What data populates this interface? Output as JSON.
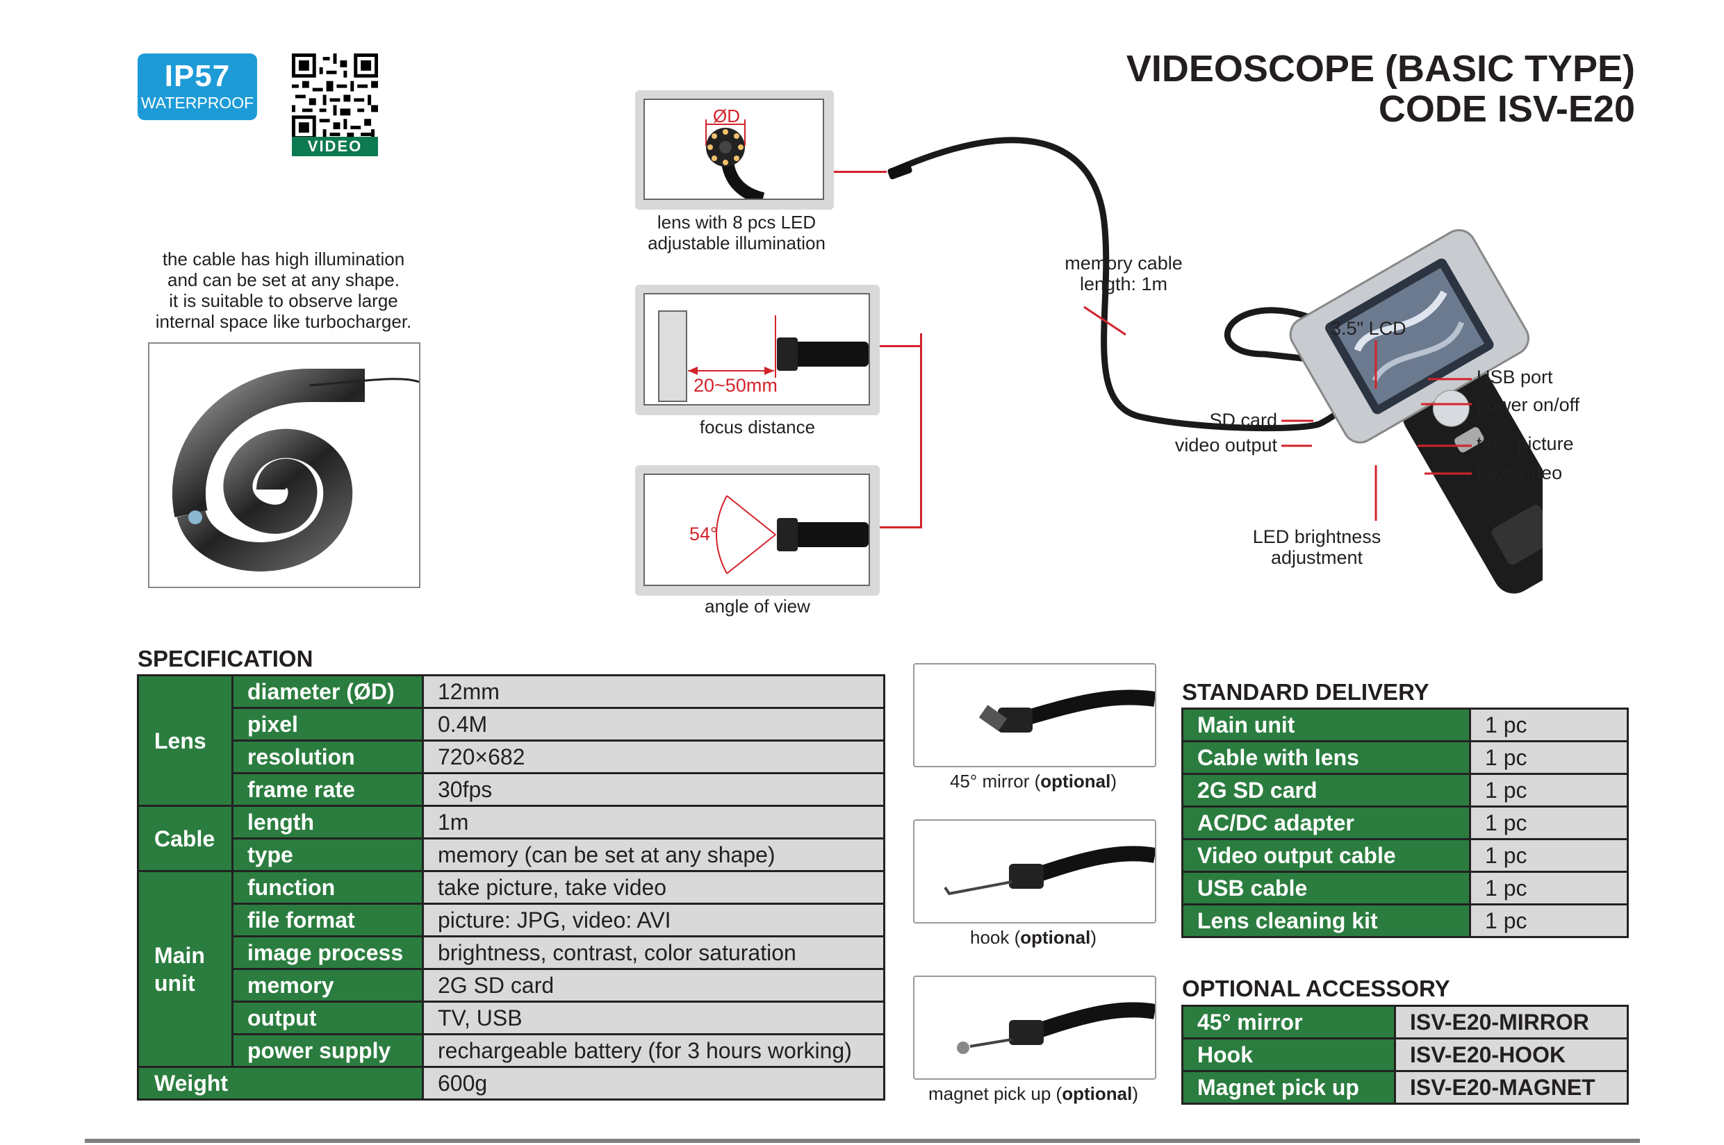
{
  "badge": {
    "main": "IP57",
    "sub": "WATERPROOF"
  },
  "qr": {
    "label": "VIDEO"
  },
  "title": {
    "line1": "VIDEOSCOPE (BASIC TYPE)",
    "line2": "CODE ISV-E20"
  },
  "cable_note": [
    "the cable has high illumination",
    "and can be set at any shape.",
    "it is suitable to observe large",
    "internal space like turbocharger."
  ],
  "detail_lens": {
    "symbol": "ØD",
    "caption1": "lens with 8 pcs LED",
    "caption2": "adjustable illumination"
  },
  "detail_focus": {
    "measure": "20~50mm",
    "caption": "focus distance"
  },
  "detail_angle": {
    "measure": "54°",
    "caption": "angle of view"
  },
  "product_labels": {
    "memory_cable1": "memory cable",
    "memory_cable2": "length: 1m",
    "lcd": "3.5\" LCD",
    "usb": "USB port",
    "power": "power on/off",
    "sd": "SD card",
    "video_out": "video output",
    "take_picture": "take picture",
    "take_video": "take video",
    "led1": "LED brightness",
    "led2": "adjustment"
  },
  "spec": {
    "heading": "SPECIFICATION",
    "groups": {
      "lens": "Lens",
      "cable": "Cable",
      "main1": "Main",
      "main2": "unit",
      "weight": "Weight"
    },
    "rows": [
      {
        "label": "diameter (ØD)",
        "value": "12mm"
      },
      {
        "label": "pixel",
        "value": "0.4M"
      },
      {
        "label": "resolution",
        "value": "720×682"
      },
      {
        "label": "frame rate",
        "value": "30fps"
      },
      {
        "label": "length",
        "value": "1m"
      },
      {
        "label": "type",
        "value": "memory (can be set at any shape)"
      },
      {
        "label": "function",
        "value": "take picture, take video"
      },
      {
        "label": "file format",
        "value": "picture: JPG, video: AVI"
      },
      {
        "label": "image process",
        "value": "brightness, contrast, color saturation"
      },
      {
        "label": "memory",
        "value": "2G SD card"
      },
      {
        "label": "output",
        "value": "TV, USB"
      },
      {
        "label": "power supply",
        "value": "rechargeable battery (for 3 hours working)"
      }
    ],
    "weight_value": "600g"
  },
  "accessories_images": [
    {
      "name": "45° mirror ",
      "opt": "optional"
    },
    {
      "name": "hook ",
      "opt": "optional"
    },
    {
      "name": "magnet pick up ",
      "opt": "optional"
    }
  ],
  "delivery": {
    "heading": "STANDARD DELIVERY",
    "rows": [
      {
        "item": "Main unit",
        "qty": "1 pc"
      },
      {
        "item": "Cable with lens",
        "qty": "1 pc"
      },
      {
        "item": "2G SD card",
        "qty": "1 pc"
      },
      {
        "item": "AC/DC adapter",
        "qty": "1 pc"
      },
      {
        "item": "Video output cable",
        "qty": "1 pc"
      },
      {
        "item": "USB cable",
        "qty": "1 pc"
      },
      {
        "item": "Lens cleaning kit",
        "qty": "1 pc"
      }
    ]
  },
  "optional": {
    "heading": "OPTIONAL ACCESSORY",
    "rows": [
      {
        "item": "45° mirror",
        "code": "ISV-E20-MIRROR"
      },
      {
        "item": "Hook",
        "code": "ISV-E20-HOOK"
      },
      {
        "item": "Magnet pick up",
        "code": "ISV-E20-MAGNET"
      }
    ]
  }
}
